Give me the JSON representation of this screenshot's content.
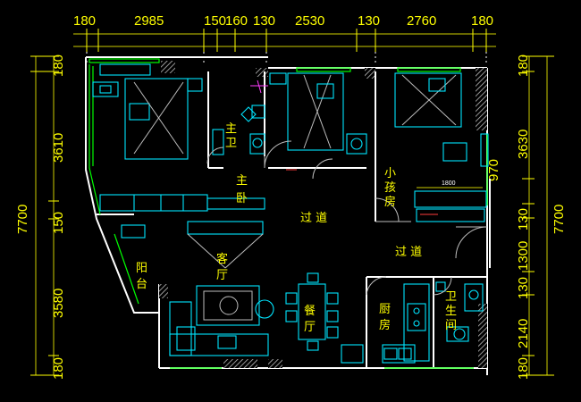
{
  "dimensions": {
    "top": [
      "180",
      "2985",
      "150",
      "160",
      "130",
      "2530",
      "130",
      "2760",
      "180"
    ],
    "left": [
      "7700",
      "180",
      "3610",
      "150",
      "3580",
      "180"
    ],
    "right_outer": "7700",
    "right_inner": [
      "180",
      "3630",
      "970",
      "130",
      "1300",
      "130",
      "2140",
      "180"
    ],
    "bed_width": "1800"
  },
  "rooms": {
    "master_bath": [
      "主",
      "卫"
    ],
    "master_bedroom": [
      "主",
      "卧"
    ],
    "kids_room": [
      "小",
      "孩",
      "房"
    ],
    "corridor_upper": "过 道",
    "corridor_right": "过 道",
    "living_room": [
      "客",
      "厅"
    ],
    "balcony": [
      "阳",
      "台"
    ],
    "dining_room": [
      "餐",
      "厅"
    ],
    "kitchen": [
      "厨",
      "房"
    ],
    "bathroom": [
      "卫",
      "生",
      "间"
    ]
  },
  "colors": {
    "dimension_text": "#ffff00",
    "room_text": "#ffff00",
    "walls": "#ffffff",
    "windows": "#00ff00",
    "furniture": "#00e5ff",
    "background": "#000000"
  }
}
